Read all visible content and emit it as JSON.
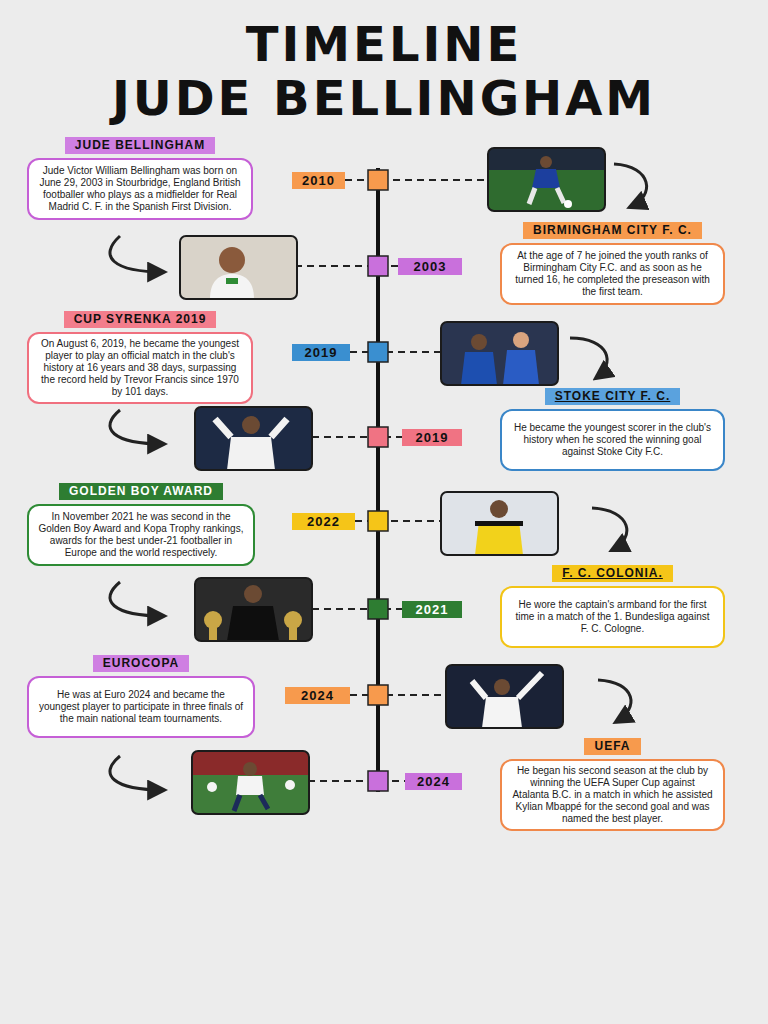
{
  "diagram": {
    "title": "TIMELINE JUDE BELLINGHAM",
    "nodes": [
      {
        "text": [
          "JUDE BELLINGHAM",
          "Jude Victor William Bellingham was born on June 29, 2003 in Stourbridge, England British footballer who plays as a midfielder for Real Madrid C. F. in the Spanish First Division."
        ]
      },
      {
        "text": [
          "2010"
        ]
      },
      {
        "text": [
          "BIRMINGHAM CITY F. C.",
          "At the age of 7 he joined the youth ranks of Birmingham City F.C. and as soon as he turned 16, he completed the preseason with the first team."
        ]
      },
      {
        "text": [
          "2003"
        ]
      },
      {
        "text": [
          "CUP SYRENKA 2019",
          "On August 6, 2019, he became the youngest player to play an official match in the club's history at 16 years and 38 days, surpassing the record held by Trevor Francis since 1970 by 101 days."
        ]
      },
      {
        "text": [
          "2019"
        ]
      },
      {
        "text": [
          "STOKE CITY F. C.",
          "He became the youngest scorer in the club's history when he scored the winning goal against Stoke City F.C."
        ]
      },
      {
        "text": [
          "2019"
        ]
      },
      {
        "text": [
          "GOLDEN BOY AWARD",
          "In November 2021 he was second in the Golden Boy Award and Kopa Trophy rankings, awards for the best under-21 footballer in Europe and the world respectively."
        ]
      },
      {
        "text": [
          "2022"
        ]
      },
      {
        "text": [
          "F. C. COLONIA.",
          "He wore the captain's armband for the first time in a match of the 1. Bundesliga against F. C. Cologne."
        ]
      },
      {
        "text": [
          "2021"
        ]
      },
      {
        "text": [
          "EUROCOPA",
          "He was at Euro 2024 and became the youngest player to participate in three finals of the main national team tournaments."
        ]
      },
      {
        "text": [
          "2024"
        ]
      },
      {
        "text": [
          "UEFA",
          "He began his second season at the club by winning the UEFA Super Cup against Atalanta B.C. in a match in which he assisted Kylian Mbappé for the second goal and was named the best player."
        ]
      },
      {
        "text": [
          "2024"
        ]
      }
    ]
  }
}
